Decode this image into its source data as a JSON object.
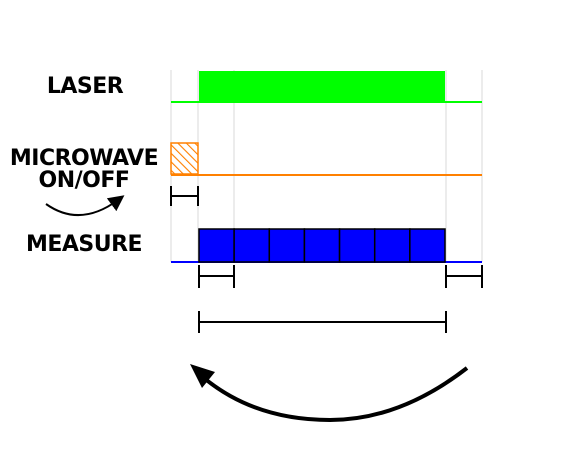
{
  "labels": {
    "laser": "LASER",
    "microwave_line1": "MICROWAVE",
    "microwave_line2": "ON/OFF",
    "measure": "MEASURE"
  },
  "colors": {
    "laser": "#00ff00",
    "microwave": "#ff8000",
    "measure": "#0000ff",
    "guide": "#d8d8d8",
    "ink": "#000000"
  },
  "measure_block_count": 7
}
